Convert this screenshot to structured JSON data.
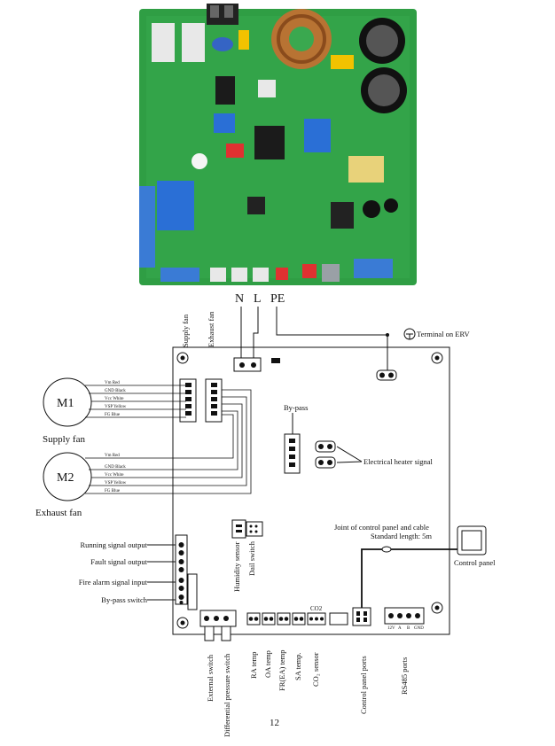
{
  "page_number": "12",
  "colors": {
    "pcb_green": "#2f9e44",
    "pcb_dark": "#1f7a33",
    "relay_blue": "#2a6fd6",
    "terminal_blue": "#3a7bd5",
    "connector_red": "#e03131",
    "line_black": "#111111"
  },
  "mains": {
    "n_label": "N",
    "l_label": "L",
    "pe_label": "PE",
    "terminal_label": "Terminal on ERV"
  },
  "motors": {
    "m1": {
      "symbol": "M1",
      "caption": "Supply fan",
      "wires": [
        "Vm Red",
        "GND Black",
        "Vcc White",
        "VSP Yellow",
        "FG Blue"
      ]
    },
    "m2": {
      "symbol": "M2",
      "caption": "Exhaust fan",
      "wires": [
        "Vm Red",
        "GND Black",
        "Vcc White",
        "VSP Yellow",
        "FG Blue"
      ]
    }
  },
  "top_ports": {
    "supply_fan": "Supply fan",
    "exhaust_fan": "Exhaust fan"
  },
  "bypass": {
    "label": "By-pass"
  },
  "heater": {
    "label": "Electrical heater signal"
  },
  "left_signals": [
    "Running signal output",
    "Fault signal output",
    "Fire alarm signal input",
    "By-pass switch"
  ],
  "control_panel": {
    "joint_label": "Joint of control panel and cable",
    "length_label": "Standard length: 5m",
    "label": "Control panel"
  },
  "middle_ports": {
    "humidity": "Humidity sensor",
    "dial": "Dail switch"
  },
  "bottom_ports": [
    "External switch",
    "Differential pressure switch",
    "RA temp",
    "OA temp",
    "FR(EA) temp",
    "SA temp.",
    "CO₂ sensor",
    "Control panel ports",
    "RS485 ports"
  ],
  "board_marks": {
    "co2": "CO2",
    "rs485_pins": [
      "12V",
      "A",
      "B",
      "GND"
    ]
  }
}
